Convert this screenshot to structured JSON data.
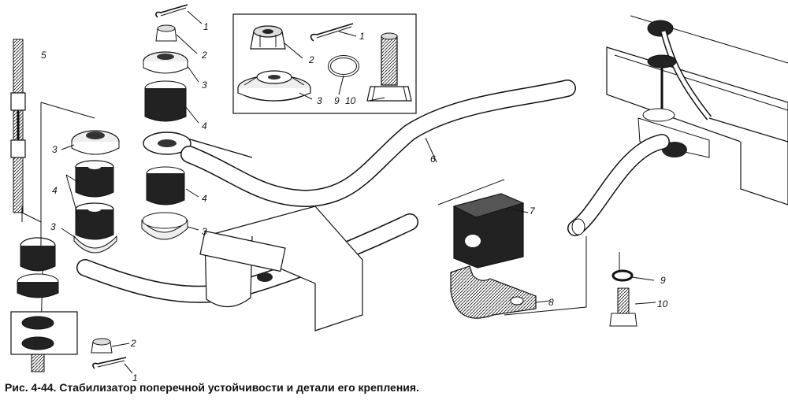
{
  "caption": "Рис. 4-44. Стабилизатор поперечной устойчивости и детали его крепления.",
  "callouts": {
    "c1a": "1",
    "c2a": "2",
    "c3a": "3",
    "c4a": "4",
    "c4b": "4",
    "c3b": "3",
    "c5": "5",
    "c3c": "3",
    "c4c": "4",
    "c3d": "3",
    "c2b": "2",
    "c1b": "1",
    "c6": "6",
    "c7": "7",
    "c8": "8",
    "c9b": "9",
    "c10b": "10",
    "i3": "3",
    "i2": "2",
    "i1": "1",
    "i9": "9",
    "i10": "10"
  },
  "colors": {
    "ink": "#111111",
    "paper": "#ffffff",
    "shade": "#555555"
  }
}
